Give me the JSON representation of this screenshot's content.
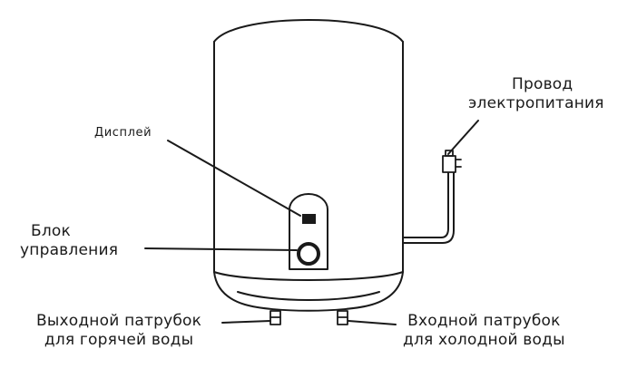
{
  "labels": {
    "display": "Дисплей",
    "control_unit": [
      "Блок",
      "управления"
    ],
    "power_cord": [
      "Провод",
      "электропитания"
    ],
    "hot_outlet": [
      "Выходной патрубок",
      "для горячей воды"
    ],
    "cold_inlet": [
      "Входной патрубок",
      "для холодной воды"
    ]
  },
  "colors": {
    "line": "#1a1a1a",
    "background": "#ffffff",
    "display_fill": "#1a1a1a"
  },
  "icons": {
    "heater": "water-heater-tank",
    "display": "display-square",
    "knob": "control-knob-ring",
    "plug": "power-plug"
  }
}
